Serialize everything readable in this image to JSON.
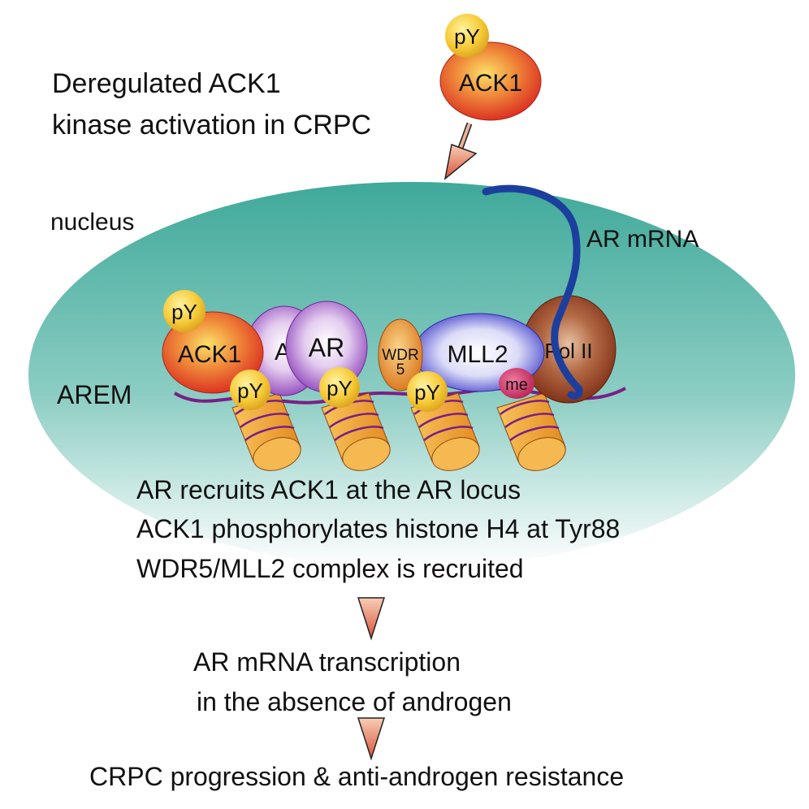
{
  "top": {
    "caption_line1": "Deregulated ACK1",
    "caption_line2": "kinase activation in CRPC",
    "ack1_label": "ACK1",
    "py_label": "pY"
  },
  "nucleus": {
    "label": "nucleus",
    "arem_label": "AREM",
    "mrna_label": "AR mRNA"
  },
  "complex": {
    "ack1_label": "ACK1",
    "ack1_py_label": "pY",
    "ar_back_label": "A",
    "ar_front_label": "AR",
    "wdr5_line1": "WDR",
    "wdr5_line2": "5",
    "mll2_label": "MLL2",
    "pol2_label": "Pol II",
    "me_label": "me",
    "histone_py_labels": [
      "pY",
      "pY",
      "pY"
    ]
  },
  "steps": {
    "step1_line1": "AR recruits ACK1 at the AR locus",
    "step1_line2": "ACK1 phosphorylates histone H4 at Tyr88",
    "step1_line3": "WDR5/MLL2 complex is recruited",
    "step2_line1": "AR mRNA transcription",
    "step2_line2": "in the absence of androgen",
    "step3_line1": "CRPC progression & anti-androgen resistance"
  },
  "colors": {
    "nucleus_top": "#3fa99a",
    "ack1": "#e2432a",
    "ar": "#9b4fc4",
    "mll2": "#3a37c8",
    "pol2": "#8e3418",
    "wdr5": "#e07d1e",
    "py": "#f2c12e",
    "me": "#c8245a",
    "histone": "#f0a43a",
    "dna": "#7a1f86",
    "mrna": "#1c3f9e",
    "arrow": "#e59a78"
  }
}
